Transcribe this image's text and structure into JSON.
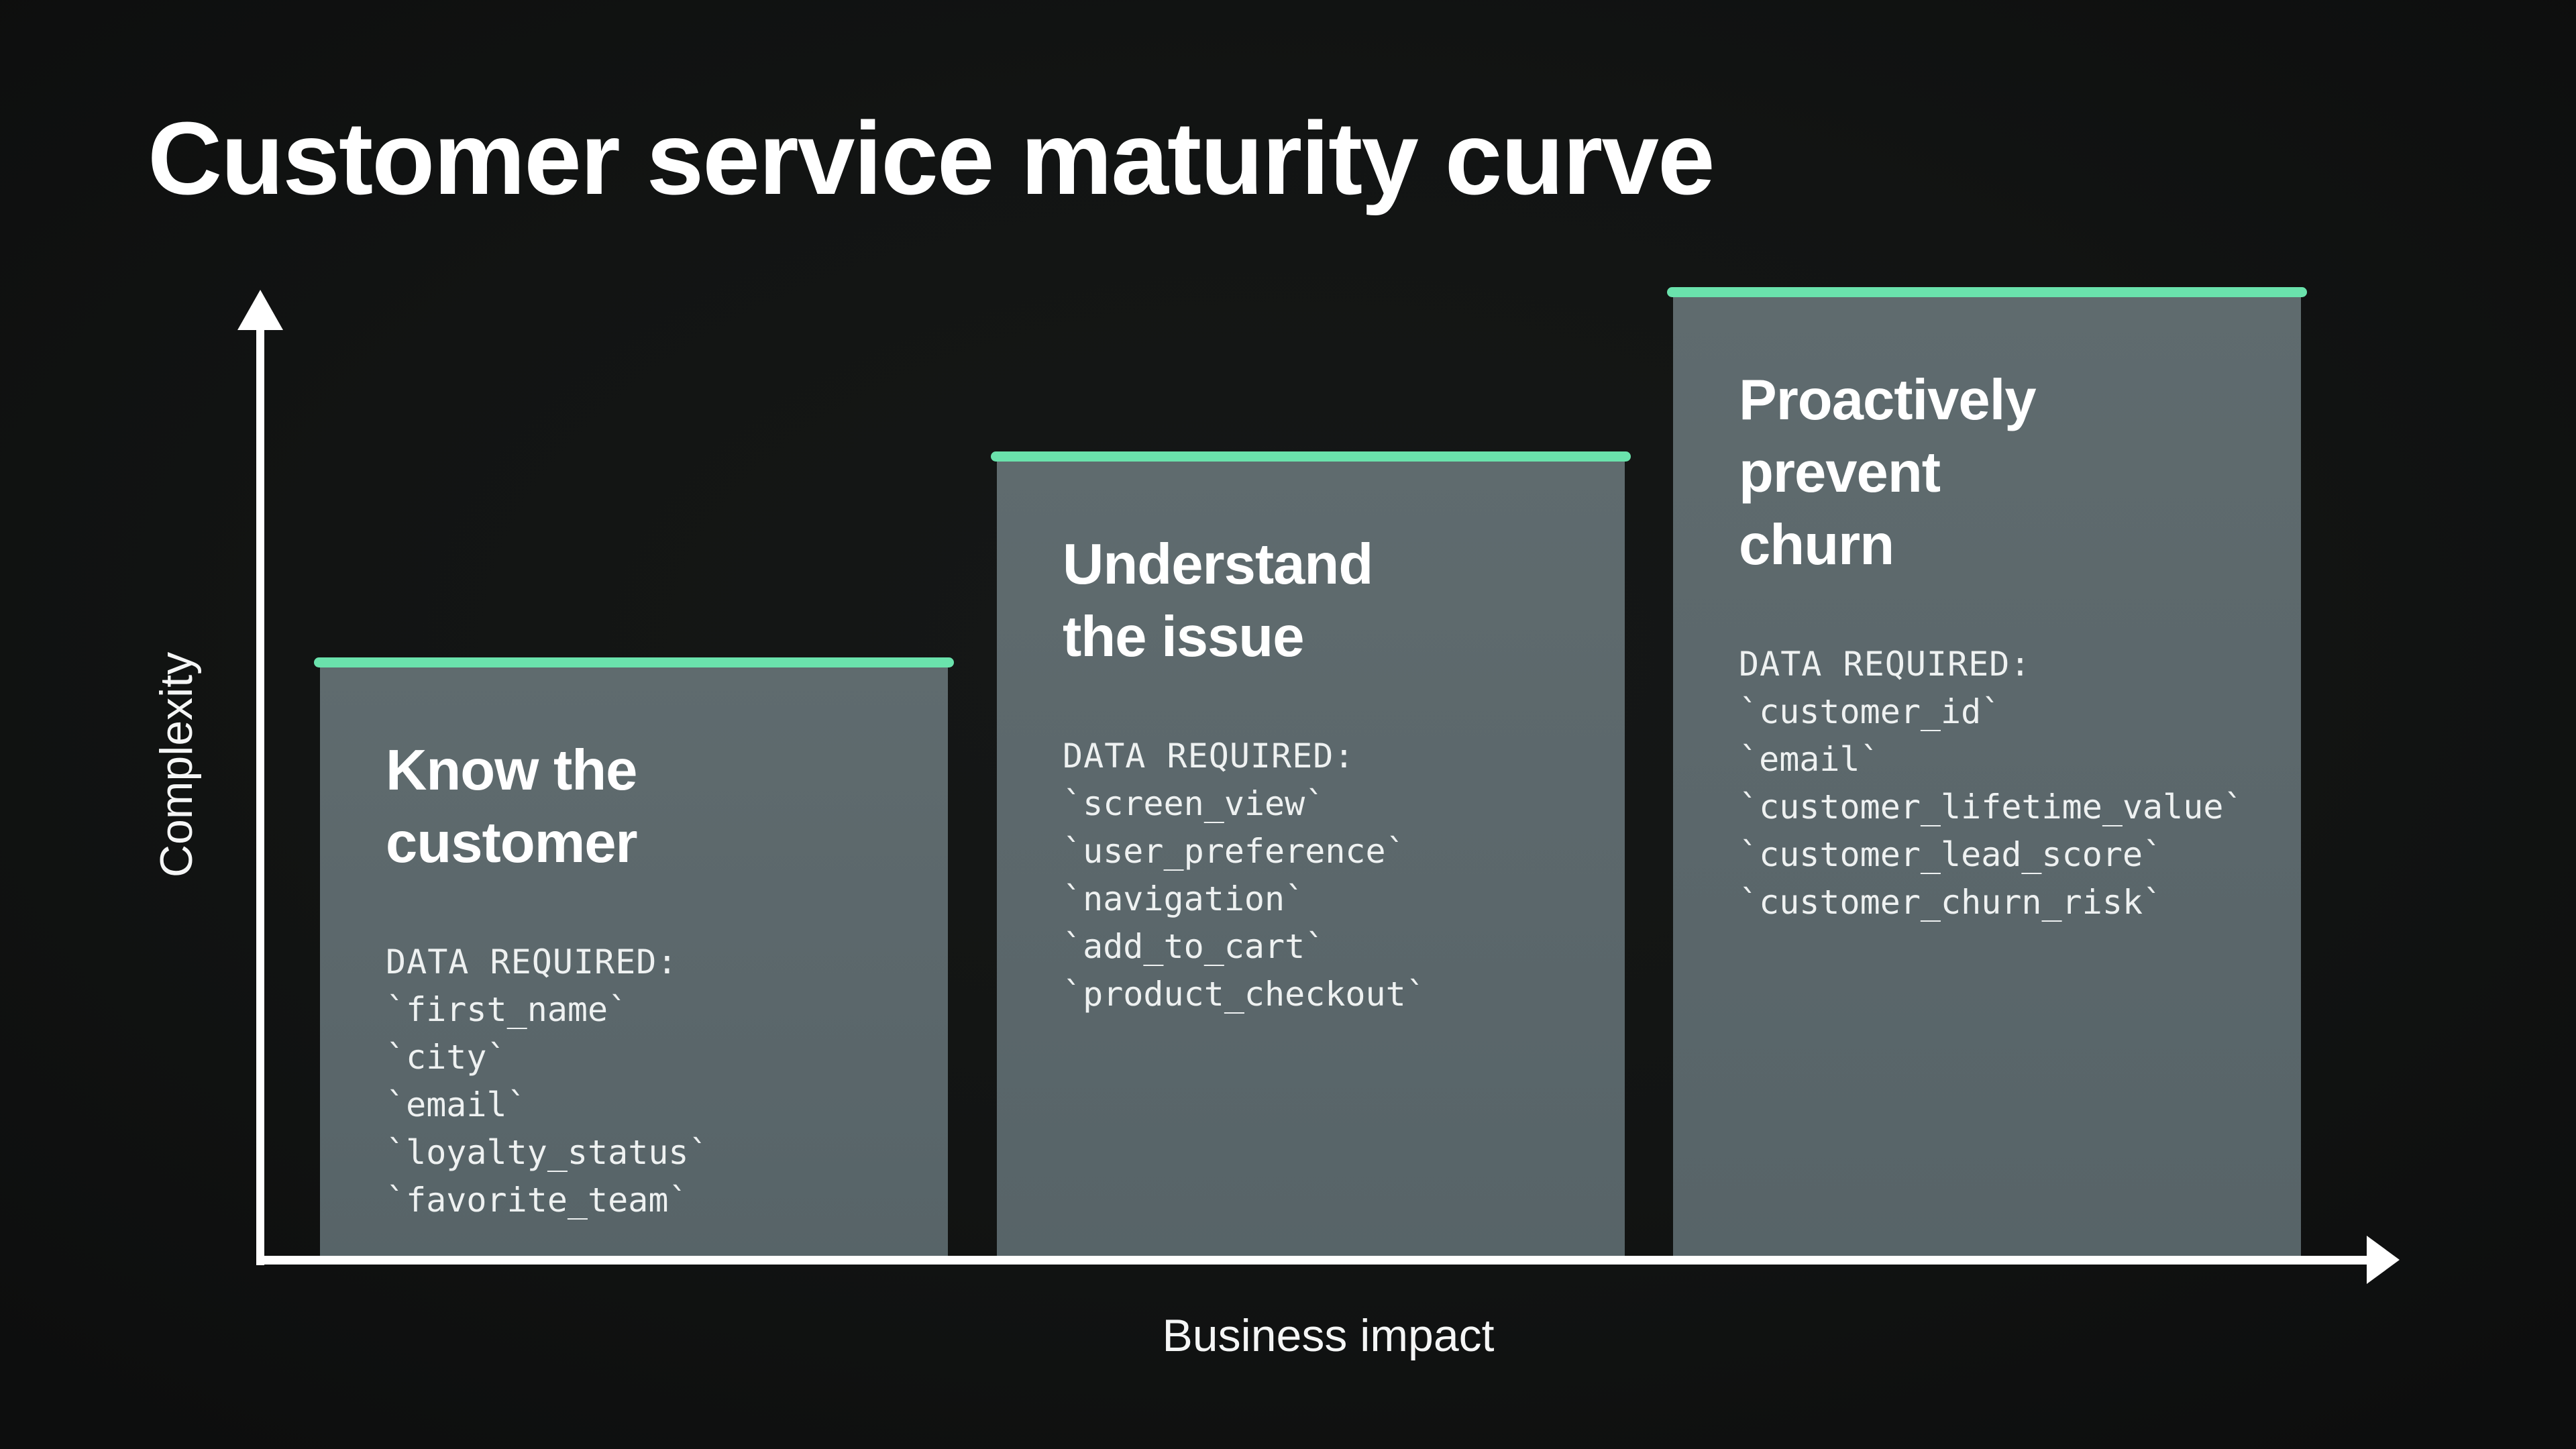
{
  "title": "Customer service maturity curve",
  "axes": {
    "y_label": "Complexity",
    "x_label": "Business impact"
  },
  "stages": [
    {
      "title": "Know the customer",
      "data_label": "DATA REQUIRED:",
      "fields": [
        "`first_name`",
        "`city`",
        "`email`",
        "`loyalty_status`",
        "`favorite_team`"
      ]
    },
    {
      "title": "Understand the issue",
      "data_label": "DATA REQUIRED:",
      "fields": [
        "`screen_view`",
        "`user_preference`",
        "`navigation`",
        "`add_to_cart`",
        "`product_checkout`"
      ]
    },
    {
      "title": "Proactively prevent churn",
      "data_label": "DATA REQUIRED:",
      "fields": [
        "`customer_id`",
        "`email`",
        "`customer_lifetime_value`",
        "`customer_lead_score`",
        "`customer_churn_risk`"
      ]
    }
  ],
  "colors": {
    "background": "#121413",
    "bar": "#5c686b",
    "accent": "#6ae2ac",
    "axis": "#ffffff",
    "text": "#ffffff"
  },
  "chart_data": {
    "type": "bar",
    "categories": [
      "Know the customer",
      "Understand the issue",
      "Proactively prevent churn"
    ],
    "values": [
      0.62,
      0.83,
      1.0
    ],
    "title": "Customer service maturity curve",
    "xlabel": "Business impact",
    "ylabel": "Complexity",
    "ylim": [
      0,
      1
    ],
    "grid": false,
    "legend": false
  }
}
